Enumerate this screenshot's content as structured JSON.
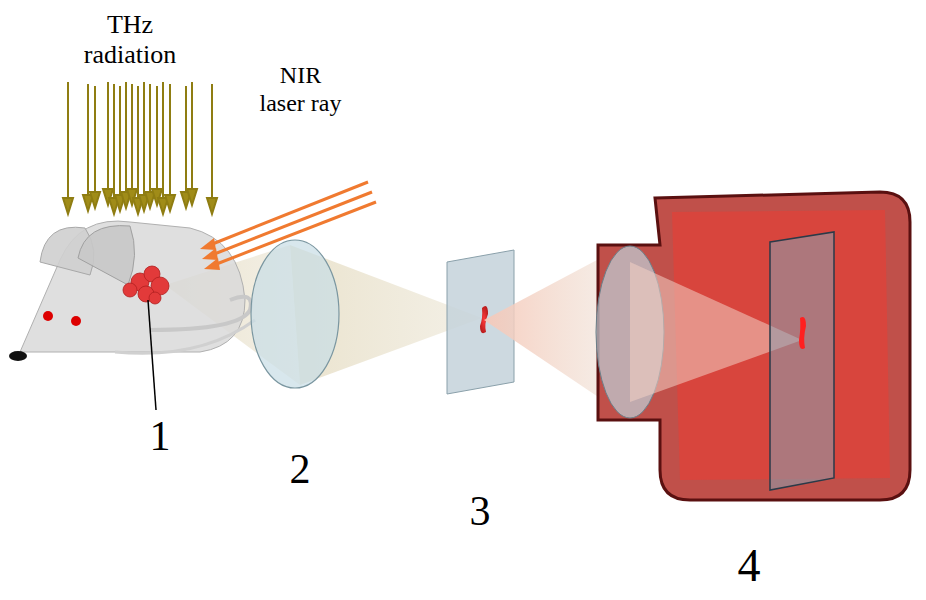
{
  "diagram": {
    "labels": [
      "THz radiation",
      "NIR laser ray",
      "1",
      "2",
      "3",
      "4"
    ]
  }
}
